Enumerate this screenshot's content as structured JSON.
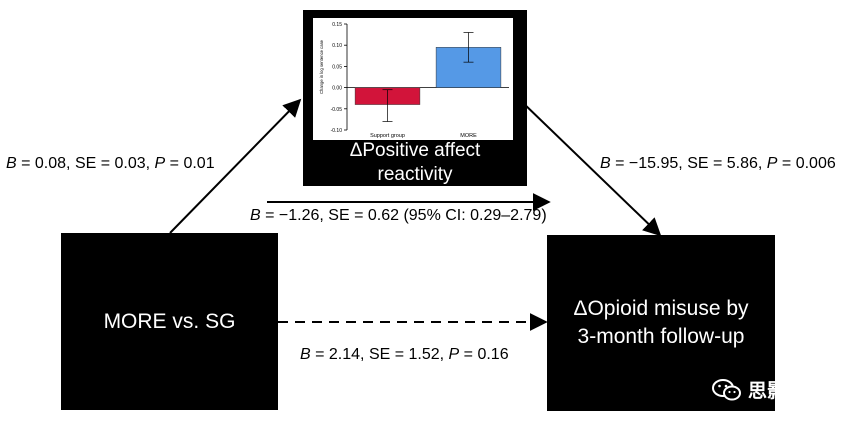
{
  "nodes": {
    "left": "MORE vs. SG",
    "right_line1": "ΔOpioid misuse by",
    "right_line2": "3-month follow-up",
    "top_line1": "ΔPositive affect",
    "top_line2": "reactivity"
  },
  "paths": {
    "a": {
      "B": "0.08",
      "SE": "0.03",
      "P": "0.01"
    },
    "b": {
      "B": "−15.95",
      "SE": "5.86",
      "P": "0.006"
    },
    "indirect": {
      "B": "−1.26",
      "SE": "0.62",
      "CI_text": "(95% CI: 0.29–2.79)"
    },
    "c": {
      "B": "2.14",
      "SE": "1.52",
      "P": "0.16"
    }
  },
  "chart_data": {
    "type": "bar",
    "categories": [
      "Support group",
      "MORE"
    ],
    "values": [
      -0.04,
      0.095
    ],
    "errors": [
      [
        -0.08,
        -0.005
      ],
      [
        0.06,
        0.13
      ]
    ],
    "colors": [
      "#d2143a",
      "#5599e6"
    ],
    "ylabel": "Change in log sentence case",
    "yticks": [
      "0.15",
      "0.10",
      "0.05",
      "0.00",
      "-0.05",
      "-0.10"
    ],
    "ytick_values": [
      0.15,
      0.1,
      0.05,
      0.0,
      -0.05,
      -0.1
    ],
    "ylim": [
      -0.1,
      0.15
    ]
  },
  "watermark": {
    "text": "思影科技",
    "icon": "wechat-icon"
  }
}
